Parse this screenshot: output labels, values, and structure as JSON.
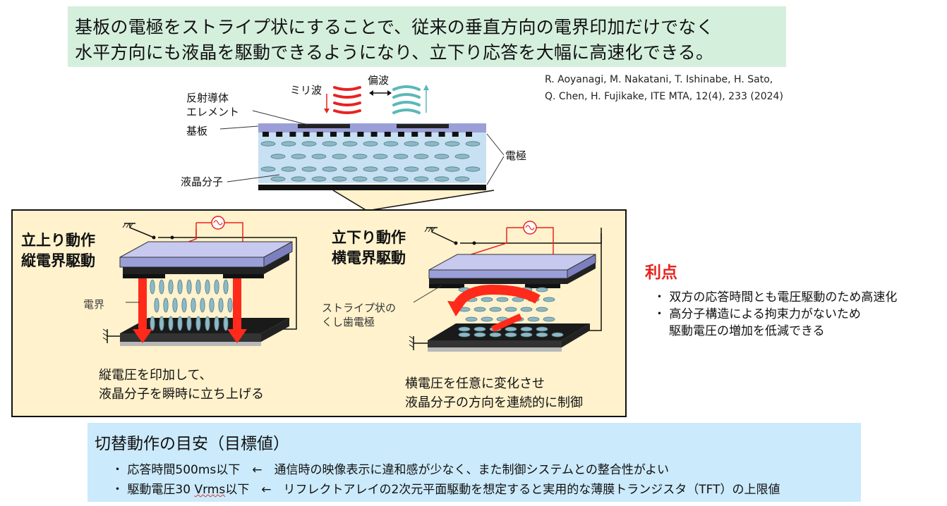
{
  "banner": {
    "line1": "基板の電極をストライプ状にすることで、従来の垂直方向の電界印加だけでなく",
    "line2": "水平方向にも液晶を駆動できるようになり、立下り応答を大幅に高速化できる。"
  },
  "citation": {
    "line1": "R. Aoyanagi, M. Nakatani, T. Ishinabe, H. Sato,",
    "line2": "Q. Chen, H. Fujikake, ITE MTA, 12(4), 233 (2024)"
  },
  "structure_labels": {
    "millimeter_wave": "ミリ波",
    "polarization": "偏波",
    "reflector_line1": "反射導体",
    "reflector_line2": "エレメント",
    "substrate": "基板",
    "lc_molecule": "液晶分子",
    "electrode": "電極"
  },
  "rise_panel": {
    "title1": "立上り動作",
    "title2": "縦電界駆動",
    "field_label": "電界",
    "desc1": "縦電圧を印加して、",
    "desc2": "液晶分子を瞬時に立ち上げる"
  },
  "fall_panel": {
    "title1": "立下り動作",
    "title2": "横電界駆動",
    "stripe_label1": "ストライプ状の",
    "stripe_label2": "くし歯電極",
    "desc1": "横電圧を任意に変化させ",
    "desc2": "液晶分子の方向を連続的に制御"
  },
  "advantages": {
    "title": "利点",
    "item1": "・ 双方の応答時間とも電圧駆動のため高速化",
    "item2": "・ 高分子構造による拘束力がないため",
    "item3": "駆動電圧の増加を低減できる"
  },
  "target": {
    "title": "切替動作の目安（目標値）",
    "line1": "・ 応答時間500ms以下　←　通信時の映像表示に違和感が少なく、また制御システムとの整合性がよい",
    "line2_pre": "・ 駆動電圧30 ",
    "line2_vrms": "Vrms",
    "line2_post": "以下　←　リフレクトアレイの2次元平面駆動を想定すると実用的な薄膜トランジスタ（TFT）の上限値"
  },
  "colors": {
    "banner_bg": "#d5efdd",
    "panel_bg": "#fff2cc",
    "bottom_bg": "#cbeafb",
    "substrate": "#9b9fd8",
    "lc_layer": "#c7e1f2",
    "field_arrow": "#ff2a1a",
    "advantage_title": "#e8231e"
  }
}
